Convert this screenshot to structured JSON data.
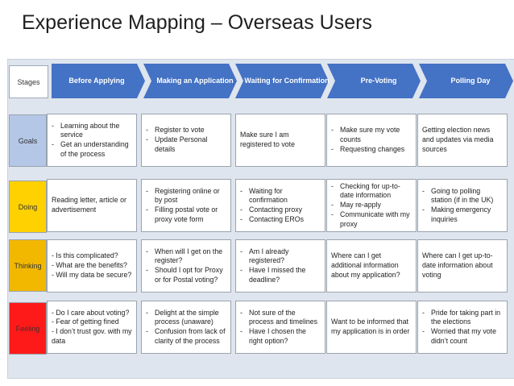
{
  "title": "Experience Mapping – Overseas Users",
  "stages_label": "Stages",
  "stages": [
    "Before Applying",
    "Making an Application",
    "Waiting for Confirmation",
    "Pre-Voting",
    "Polling Day"
  ],
  "colors": {
    "stage_arrow": "#4472c4",
    "goals": "#b4c7e7",
    "doing": "#ffd100",
    "thinking": "#f2b800",
    "feeling": "#ff1a1a",
    "panel": "#dfe5ee"
  },
  "rows": [
    {
      "label": "Goals",
      "cells": [
        {
          "bullets": true,
          "lines": [
            "Learning about the service",
            "Get an understanding of the process"
          ]
        },
        {
          "bullets": true,
          "lines": [
            "Register to vote",
            "Update Personal details"
          ]
        },
        {
          "bullets": false,
          "lines": [
            "Make sure I am registered to vote"
          ]
        },
        {
          "bullets": true,
          "lines": [
            "Make sure my vote counts",
            "Requesting changes"
          ]
        },
        {
          "bullets": false,
          "lines": [
            "Getting election news and updates via media sources"
          ]
        }
      ]
    },
    {
      "label": "Doing",
      "cells": [
        {
          "bullets": false,
          "lines": [
            "Reading letter, article or advertisement"
          ]
        },
        {
          "bullets": true,
          "lines": [
            "Registering online or by post",
            "Filling postal vote or proxy vote form"
          ]
        },
        {
          "bullets": true,
          "lines": [
            "Waiting for confirmation",
            "Contacting proxy",
            "Contacting EROs"
          ]
        },
        {
          "bullets": true,
          "lines": [
            "Checking for up-to-date information",
            "May re-apply",
            "Communicate with my proxy"
          ]
        },
        {
          "bullets": true,
          "lines": [
            "Going to polling station (if in the UK)",
            "Making emergency inquiries"
          ]
        }
      ]
    },
    {
      "label": "Thinking",
      "cells": [
        {
          "bullets": false,
          "lines": [
            "- Is this complicated?",
            "- What are the benefits?",
            "- Will my data be secure?"
          ]
        },
        {
          "bullets": true,
          "lines": [
            "When will I get on the register?",
            "Should I opt for Proxy or for Postal voting?"
          ]
        },
        {
          "bullets": true,
          "lines": [
            "Am I already registered?",
            "Have I missed the deadline?"
          ]
        },
        {
          "bullets": false,
          "lines": [
            "Where can I get additional information about my application?"
          ]
        },
        {
          "bullets": false,
          "lines": [
            "Where can I get up-to-date information about voting"
          ]
        }
      ]
    },
    {
      "label": "Feeling",
      "cells": [
        {
          "bullets": false,
          "lines": [
            "- Do I care about voting?",
            "- Fear of getting fined",
            "- I don’t trust gov. with my data"
          ]
        },
        {
          "bullets": true,
          "lines": [
            "Delight at the simple process (unaware)",
            "Confusion from lack of clarity of the process"
          ]
        },
        {
          "bullets": true,
          "lines": [
            "Not sure of the process and timelines",
            "Have I chosen the right option?"
          ]
        },
        {
          "bullets": false,
          "lines": [
            "Want to be informed that my application is in order"
          ]
        },
        {
          "bullets": true,
          "lines": [
            "Pride for taking part in the elections",
            "Worried that my vote didn’t count"
          ]
        }
      ]
    }
  ]
}
